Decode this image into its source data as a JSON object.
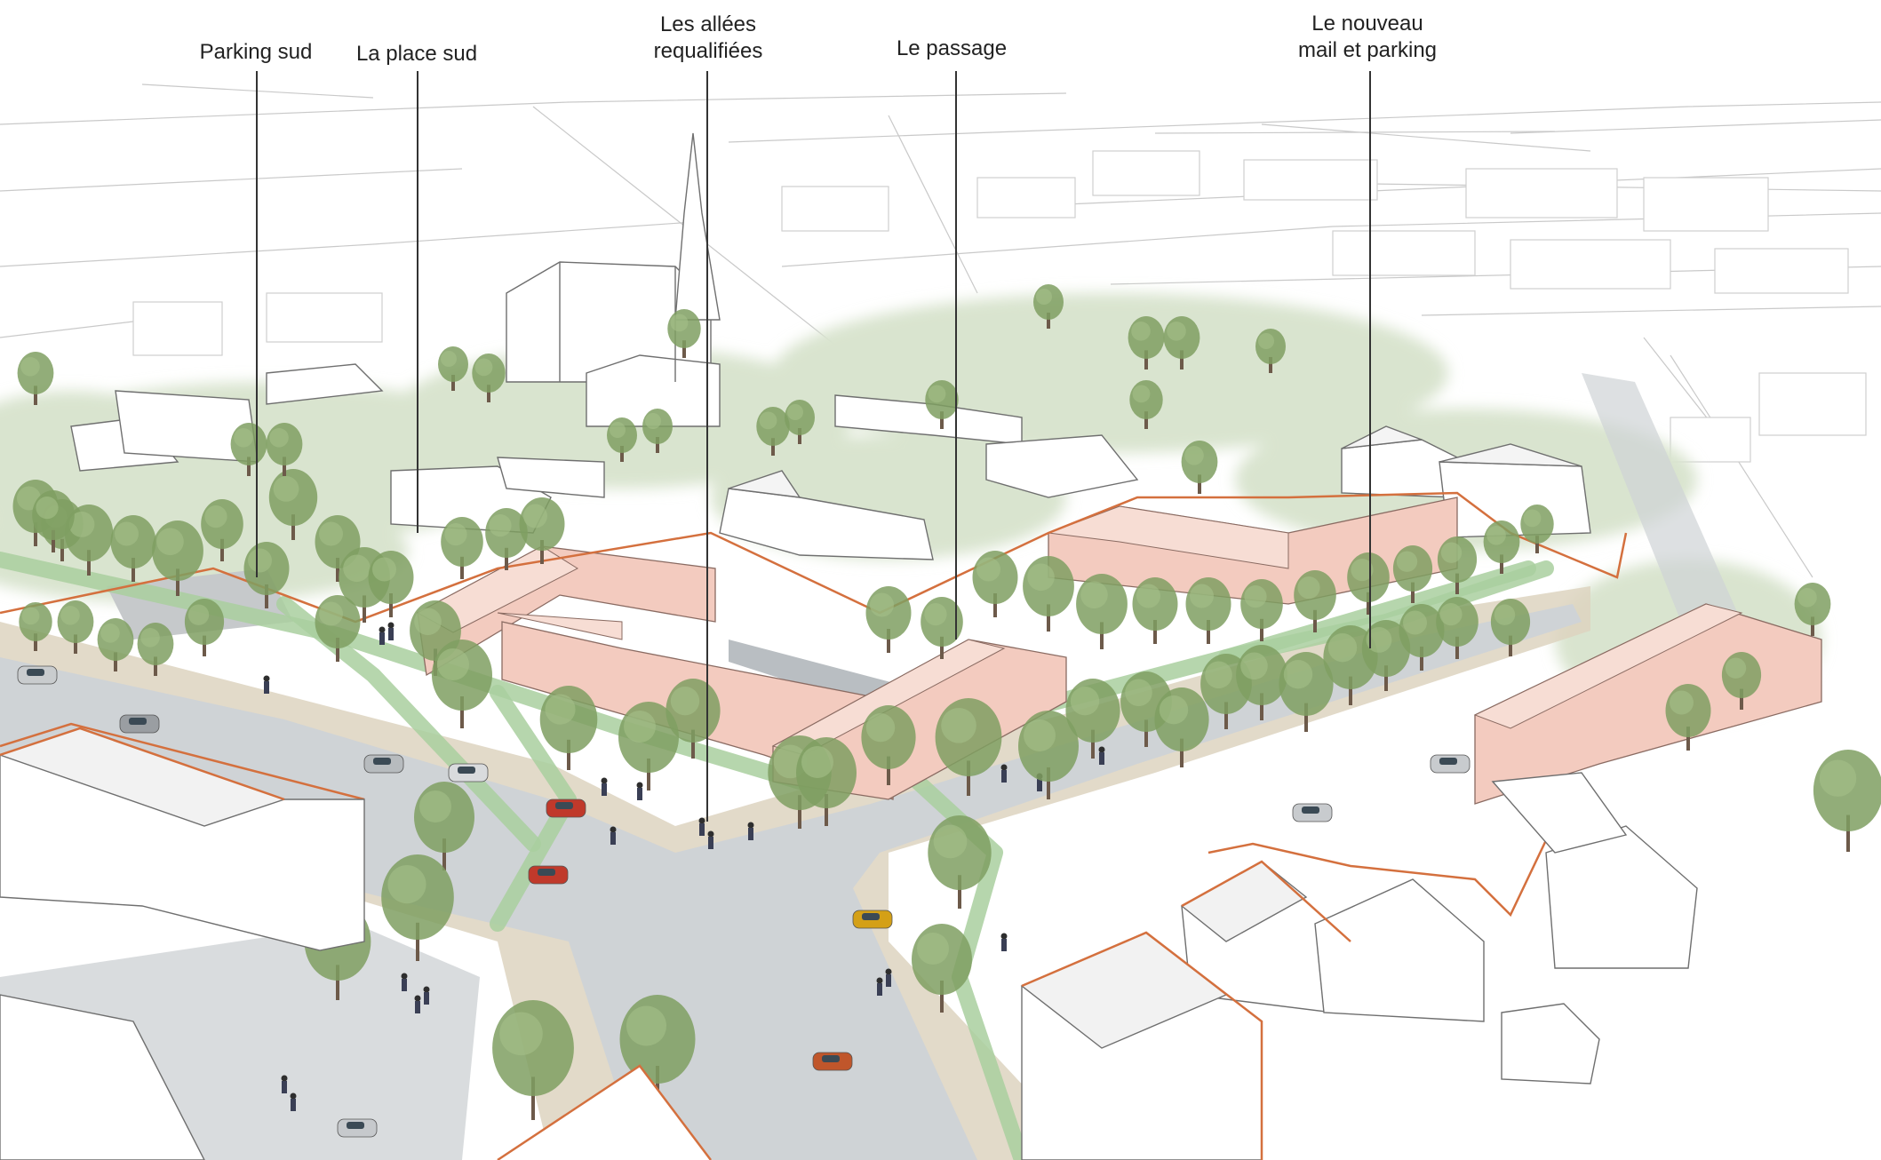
{
  "labels": [
    {
      "id": "parking-sud",
      "text": "Parking sud"
    },
    {
      "id": "place-sud",
      "text": "La place sud"
    },
    {
      "id": "allees",
      "text": "Les allées\nrequalifiées"
    },
    {
      "id": "passage",
      "text": "Le passage"
    },
    {
      "id": "mail-parking",
      "text": "Le nouveau\nmail et parking"
    }
  ],
  "colors": {
    "new_building_fill": "#f3cbbf",
    "new_building_outline": "#d4703e",
    "existing_building": "#ffffff",
    "greenway": "#a9cf9f",
    "pavement": "#ddd3bf",
    "road": "#cfd3d6",
    "tree_foliage": "#7f9f62",
    "vegetation": "#d9e4cf"
  }
}
